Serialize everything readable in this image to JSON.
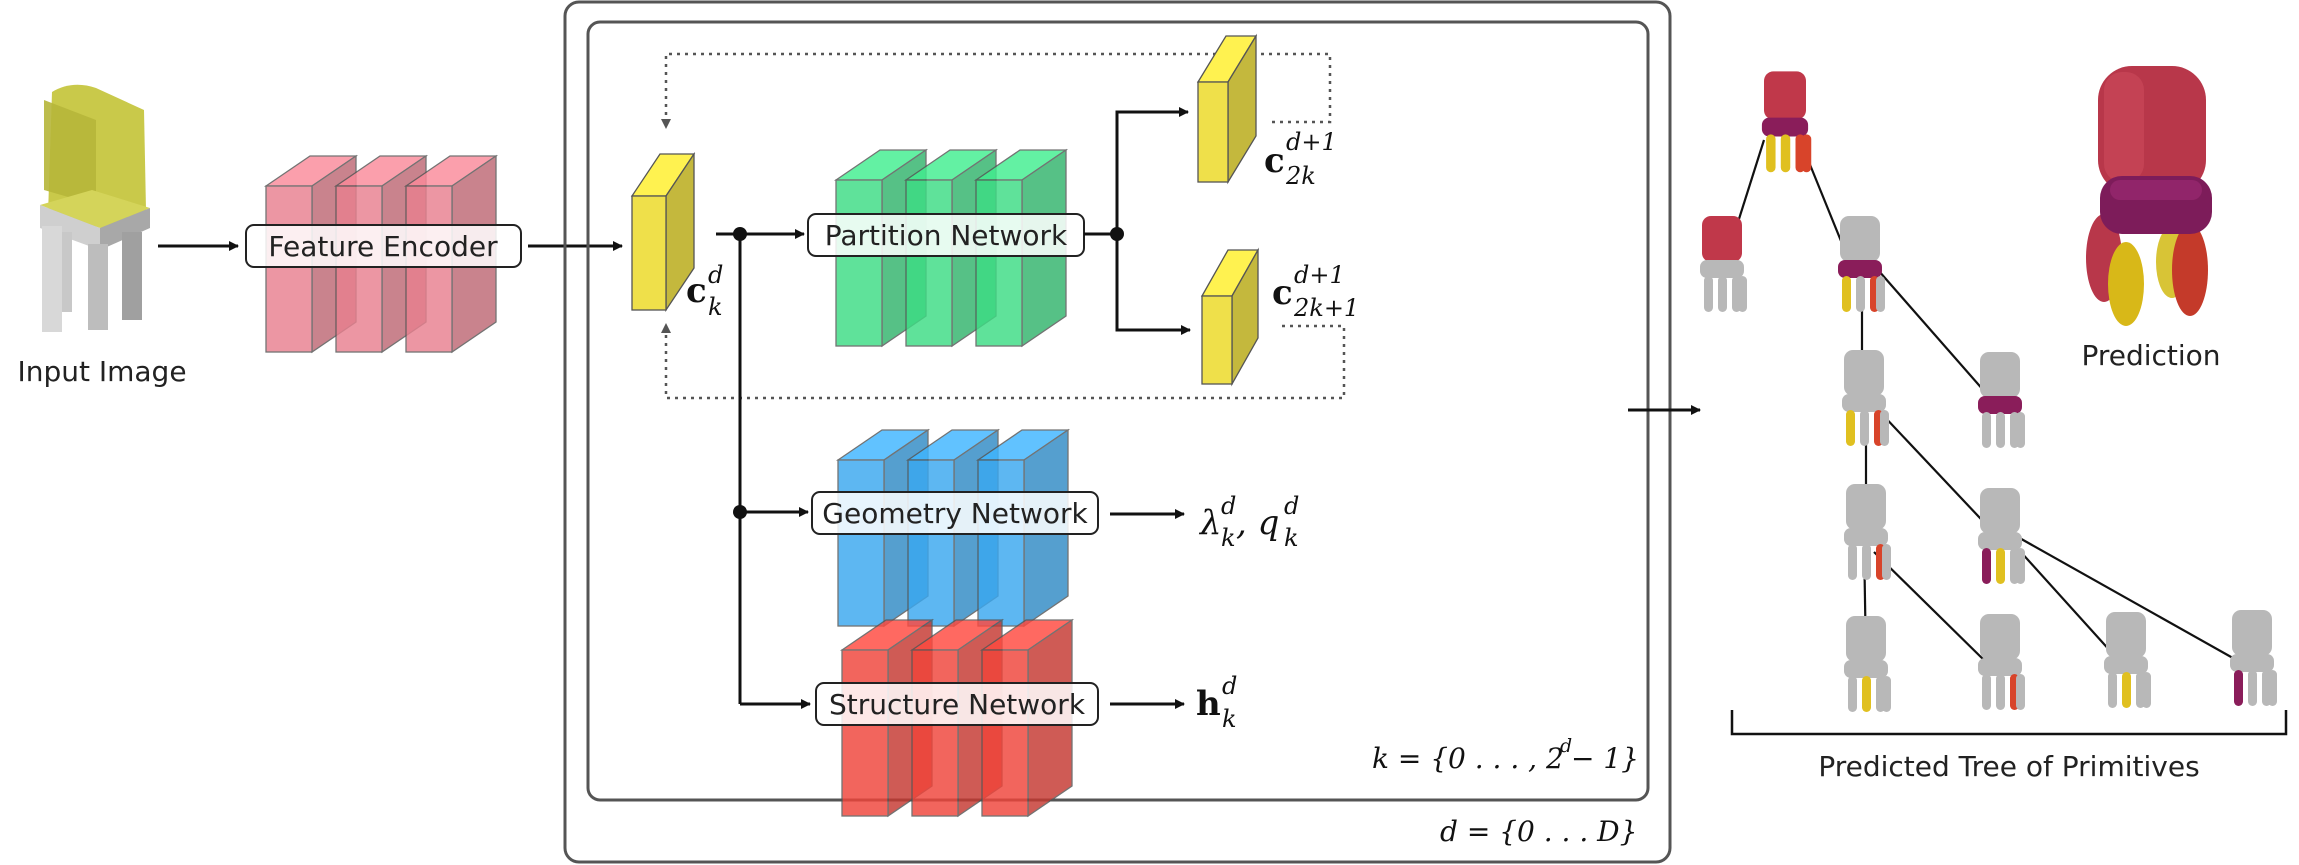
{
  "labels": {
    "input_image": "Input Image",
    "feature_encoder": "Feature Encoder",
    "partition_network": "Partition Network",
    "geometry_network": "Geometry Network",
    "structure_network": "Structure Network",
    "prediction": "Prediction",
    "predicted_tree": "Predicted Tree of Primitives"
  },
  "math": {
    "c_main": "c",
    "c_main_sub": "k",
    "c_main_sup": "d",
    "c_top": "c",
    "c_top_sub": "2k",
    "c_top_sup": "d+1",
    "c_bot": "c",
    "c_bot_sub": "2k+1",
    "c_bot_sup": "d+1",
    "geom_out": "λ",
    "geom_out_sub": "k",
    "geom_out_sup": "d",
    "geom_out2": ", q",
    "geom_out2_sub": "k",
    "geom_out2_sup": "d",
    "struct_out": "h",
    "struct_out_sub": "k",
    "struct_out_sup": "d",
    "k_range": "k = {0 . . . , 2",
    "k_range_sup": "d",
    "k_range_end": " − 1}",
    "d_range": "d = {0 . . . D}"
  },
  "colors": {
    "encoder": "#e8808f",
    "partition": "#3ddc84",
    "geometry": "#3aa8f0",
    "structure": "#f0443a",
    "feature_vec": "#efe04a",
    "primitive_grey": "#b8b8b8",
    "primitive_red": "#c0384a",
    "primitive_purple": "#8a1d5a",
    "primitive_yellow": "#e0c020",
    "primitive_orange": "#d8442a"
  }
}
